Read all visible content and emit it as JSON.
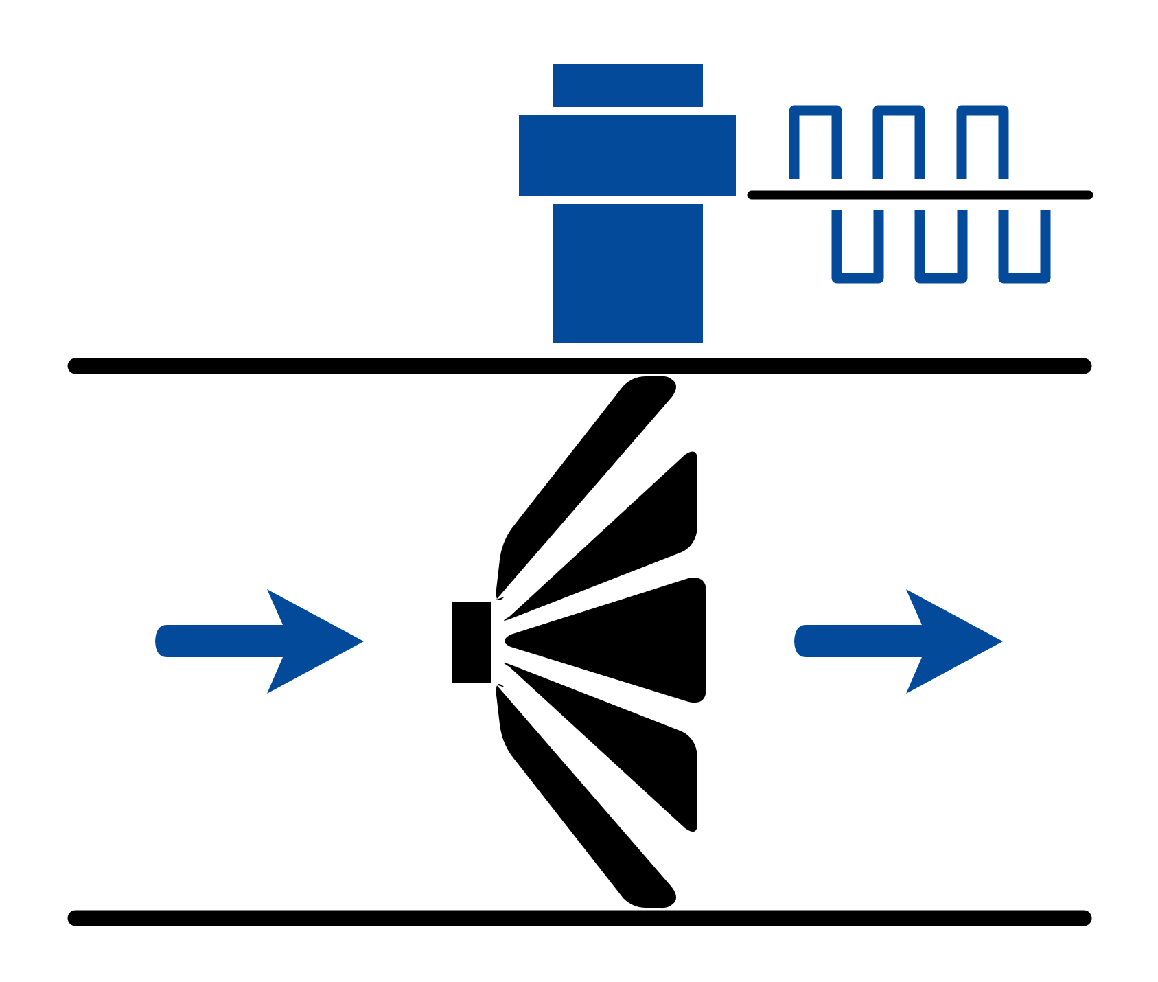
{
  "diagram": {
    "description_text": "",
    "colors": {
      "primary_blue": "#034A9A",
      "black": "#000000",
      "background": "#FFFFFF"
    },
    "elements": {
      "sensor": {
        "icon": "sensor-block-icon"
      },
      "pulse_signal": {
        "icon": "square-wave-pulse-icon"
      },
      "pipe_top": {
        "icon": "pipe-wall-line"
      },
      "pipe_bottom": {
        "icon": "pipe-wall-line"
      },
      "rotor": {
        "icon": "turbine-rotor-icon",
        "blade_count": 5
      },
      "flow_in_arrow": {
        "icon": "flow-arrow-right-icon"
      },
      "flow_out_arrow": {
        "icon": "flow-arrow-right-icon"
      }
    }
  }
}
